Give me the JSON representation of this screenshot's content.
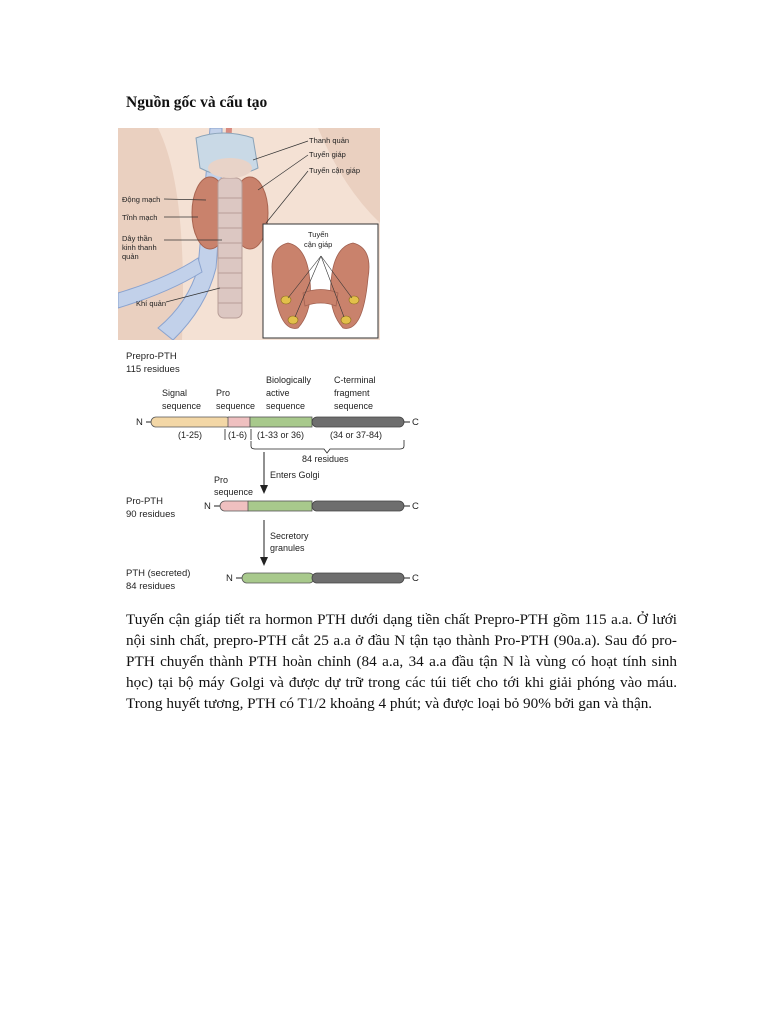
{
  "heading": "Nguồn gốc và cấu tạo",
  "anatomy": {
    "labels": {
      "thanh_quan": "Thanh quản",
      "tuyen_giap": "Tuyến giáp",
      "tuyen_can_giap": "Tuyến cận giáp",
      "dong_mach": "Động mạch",
      "tinh_mach": "Tĩnh mạch",
      "day_than_1": "Dây thần",
      "day_than_2": "kinh thanh",
      "day_than_3": "quản",
      "khi_quan": "Khí quản",
      "inset_1": "Tuyến",
      "inset_2": "cận giáp"
    }
  },
  "pathway": {
    "prepro_title": "Prepro-PTH",
    "prepro_residues": "115 residues",
    "col_signal_1": "Signal",
    "col_signal_2": "sequence",
    "col_pro_1": "Pro",
    "col_pro_2": "sequence",
    "col_bio_1": "Biologically",
    "col_bio_2": "active",
    "col_bio_3": "sequence",
    "col_cterm_1": "C-terminal",
    "col_cterm_2": "fragment",
    "col_cterm_3": "sequence",
    "n_label": "N",
    "c_label": "C",
    "range_signal": "(1-25)",
    "range_pro": "(1-6)",
    "range_bio": "(1-33 or 36)",
    "range_cterm": "(34 or 37-84)",
    "residues_84": "84 residues",
    "enters_golgi": "Enters Golgi",
    "pro_label_1": "Pro",
    "pro_label_2": "sequence",
    "propth_title": "Pro-PTH",
    "propth_residues": "90 residues",
    "secretory_1": "Secretory",
    "secretory_2": "granules",
    "pth_title": "PTH (secreted)",
    "pth_residues": "84 residues"
  },
  "paragraph": "Tuyến cận giáp tiết ra hormon PTH dưới dạng tiền chất Prepro-PTH gồm 115 a.a. Ở lưới nội sinh chất, prepro-PTH cắt 25 a.a ở đầu N tận tạo thành Pro-PTH (90a.a). Sau đó pro-PTH chuyển thành PTH hoàn chỉnh (84 a.a, 34 a.a đầu tận N là vùng có hoạt tính sinh học) tại bộ máy Golgi và được dự trữ trong các túi tiết cho tới khi giải phóng vào máu. Trong huyết tương, PTH có T1/2 khoảng 4 phút; và được loại bỏ 90% bởi gan và thận.",
  "colors": {
    "signal": "#f3d7a6",
    "pro": "#efc0c0",
    "active": "#a8c98c",
    "cterm": "#6e6e6e",
    "thyroid": "#c9826c",
    "trachea": "#dcc7c2",
    "vessel": "#c2d1ea",
    "skin": "#f4e1d4"
  }
}
